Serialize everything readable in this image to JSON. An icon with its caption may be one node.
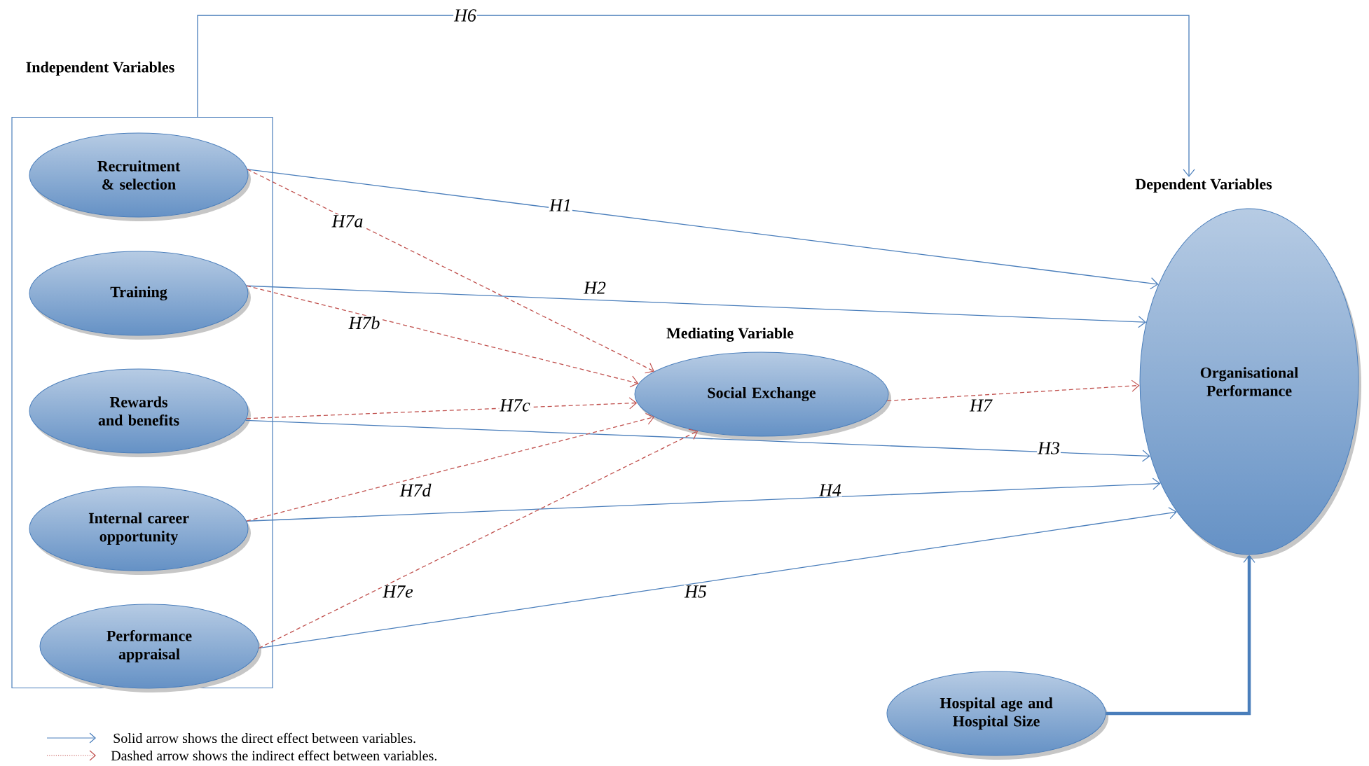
{
  "diagram": {
    "nodes": [
      {
        "text": [
          "Independent Variables"
        ]
      },
      {
        "text": [
          "Recruitment & selection"
        ],
        "in": 0
      },
      {
        "text": [
          "Training"
        ],
        "in": 0
      },
      {
        "text": [
          "Rewards and benefits"
        ],
        "in": 0
      },
      {
        "text": [
          "Internal career opportunity"
        ],
        "in": 0
      },
      {
        "text": [
          "Performance appraisal"
        ],
        "in": 0
      },
      {
        "text": [
          "Mediating Variable",
          "Social Exchange"
        ]
      },
      {
        "text": [
          "Dependent Variables",
          "Organisational Performance"
        ]
      },
      {
        "text": [
          "Hospital age and Hospital Size"
        ]
      }
    ],
    "edges": [
      {
        "from": 0,
        "to": 7,
        "arrow": "to",
        "label": "H6"
      },
      {
        "from": 1,
        "to": 7,
        "arrow": "to",
        "label": "H1"
      },
      {
        "from": 2,
        "to": 7,
        "arrow": "to",
        "label": "H2"
      },
      {
        "from": 3,
        "to": 7,
        "arrow": "to",
        "label": "H3"
      },
      {
        "from": 4,
        "to": 7,
        "arrow": "to",
        "label": "H4"
      },
      {
        "from": 5,
        "to": 7,
        "arrow": "to",
        "label": "H5"
      },
      {
        "from": 1,
        "to": 6,
        "arrow": "to",
        "label": "H7a",
        "style": "dashed",
        "color": "#c0504d"
      },
      {
        "from": 2,
        "to": 6,
        "arrow": "to",
        "label": "H7b",
        "style": "dashed",
        "color": "#c0504d"
      },
      {
        "from": 3,
        "to": 6,
        "arrow": "to",
        "label": "H7c",
        "style": "dashed",
        "color": "#c0504d"
      },
      {
        "from": 4,
        "to": 6,
        "arrow": "to",
        "label": "H7d",
        "style": "dashed",
        "color": "#c0504d"
      },
      {
        "from": 5,
        "to": 6,
        "arrow": "to",
        "label": "H7e",
        "style": "dashed",
        "color": "#c0504d"
      },
      {
        "from": 6,
        "to": 7,
        "arrow": "to",
        "label": "H7",
        "style": "dashed",
        "color": "#c0504d"
      },
      {
        "from": 8,
        "to": 7,
        "arrow": "to",
        "style": "thick"
      }
    ],
    "legend": [
      {
        "text": "Solid arrow shows the direct effect between variables."
      },
      {
        "text": "Dashed arrow shows the indirect effect between variables."
      }
    ]
  }
}
